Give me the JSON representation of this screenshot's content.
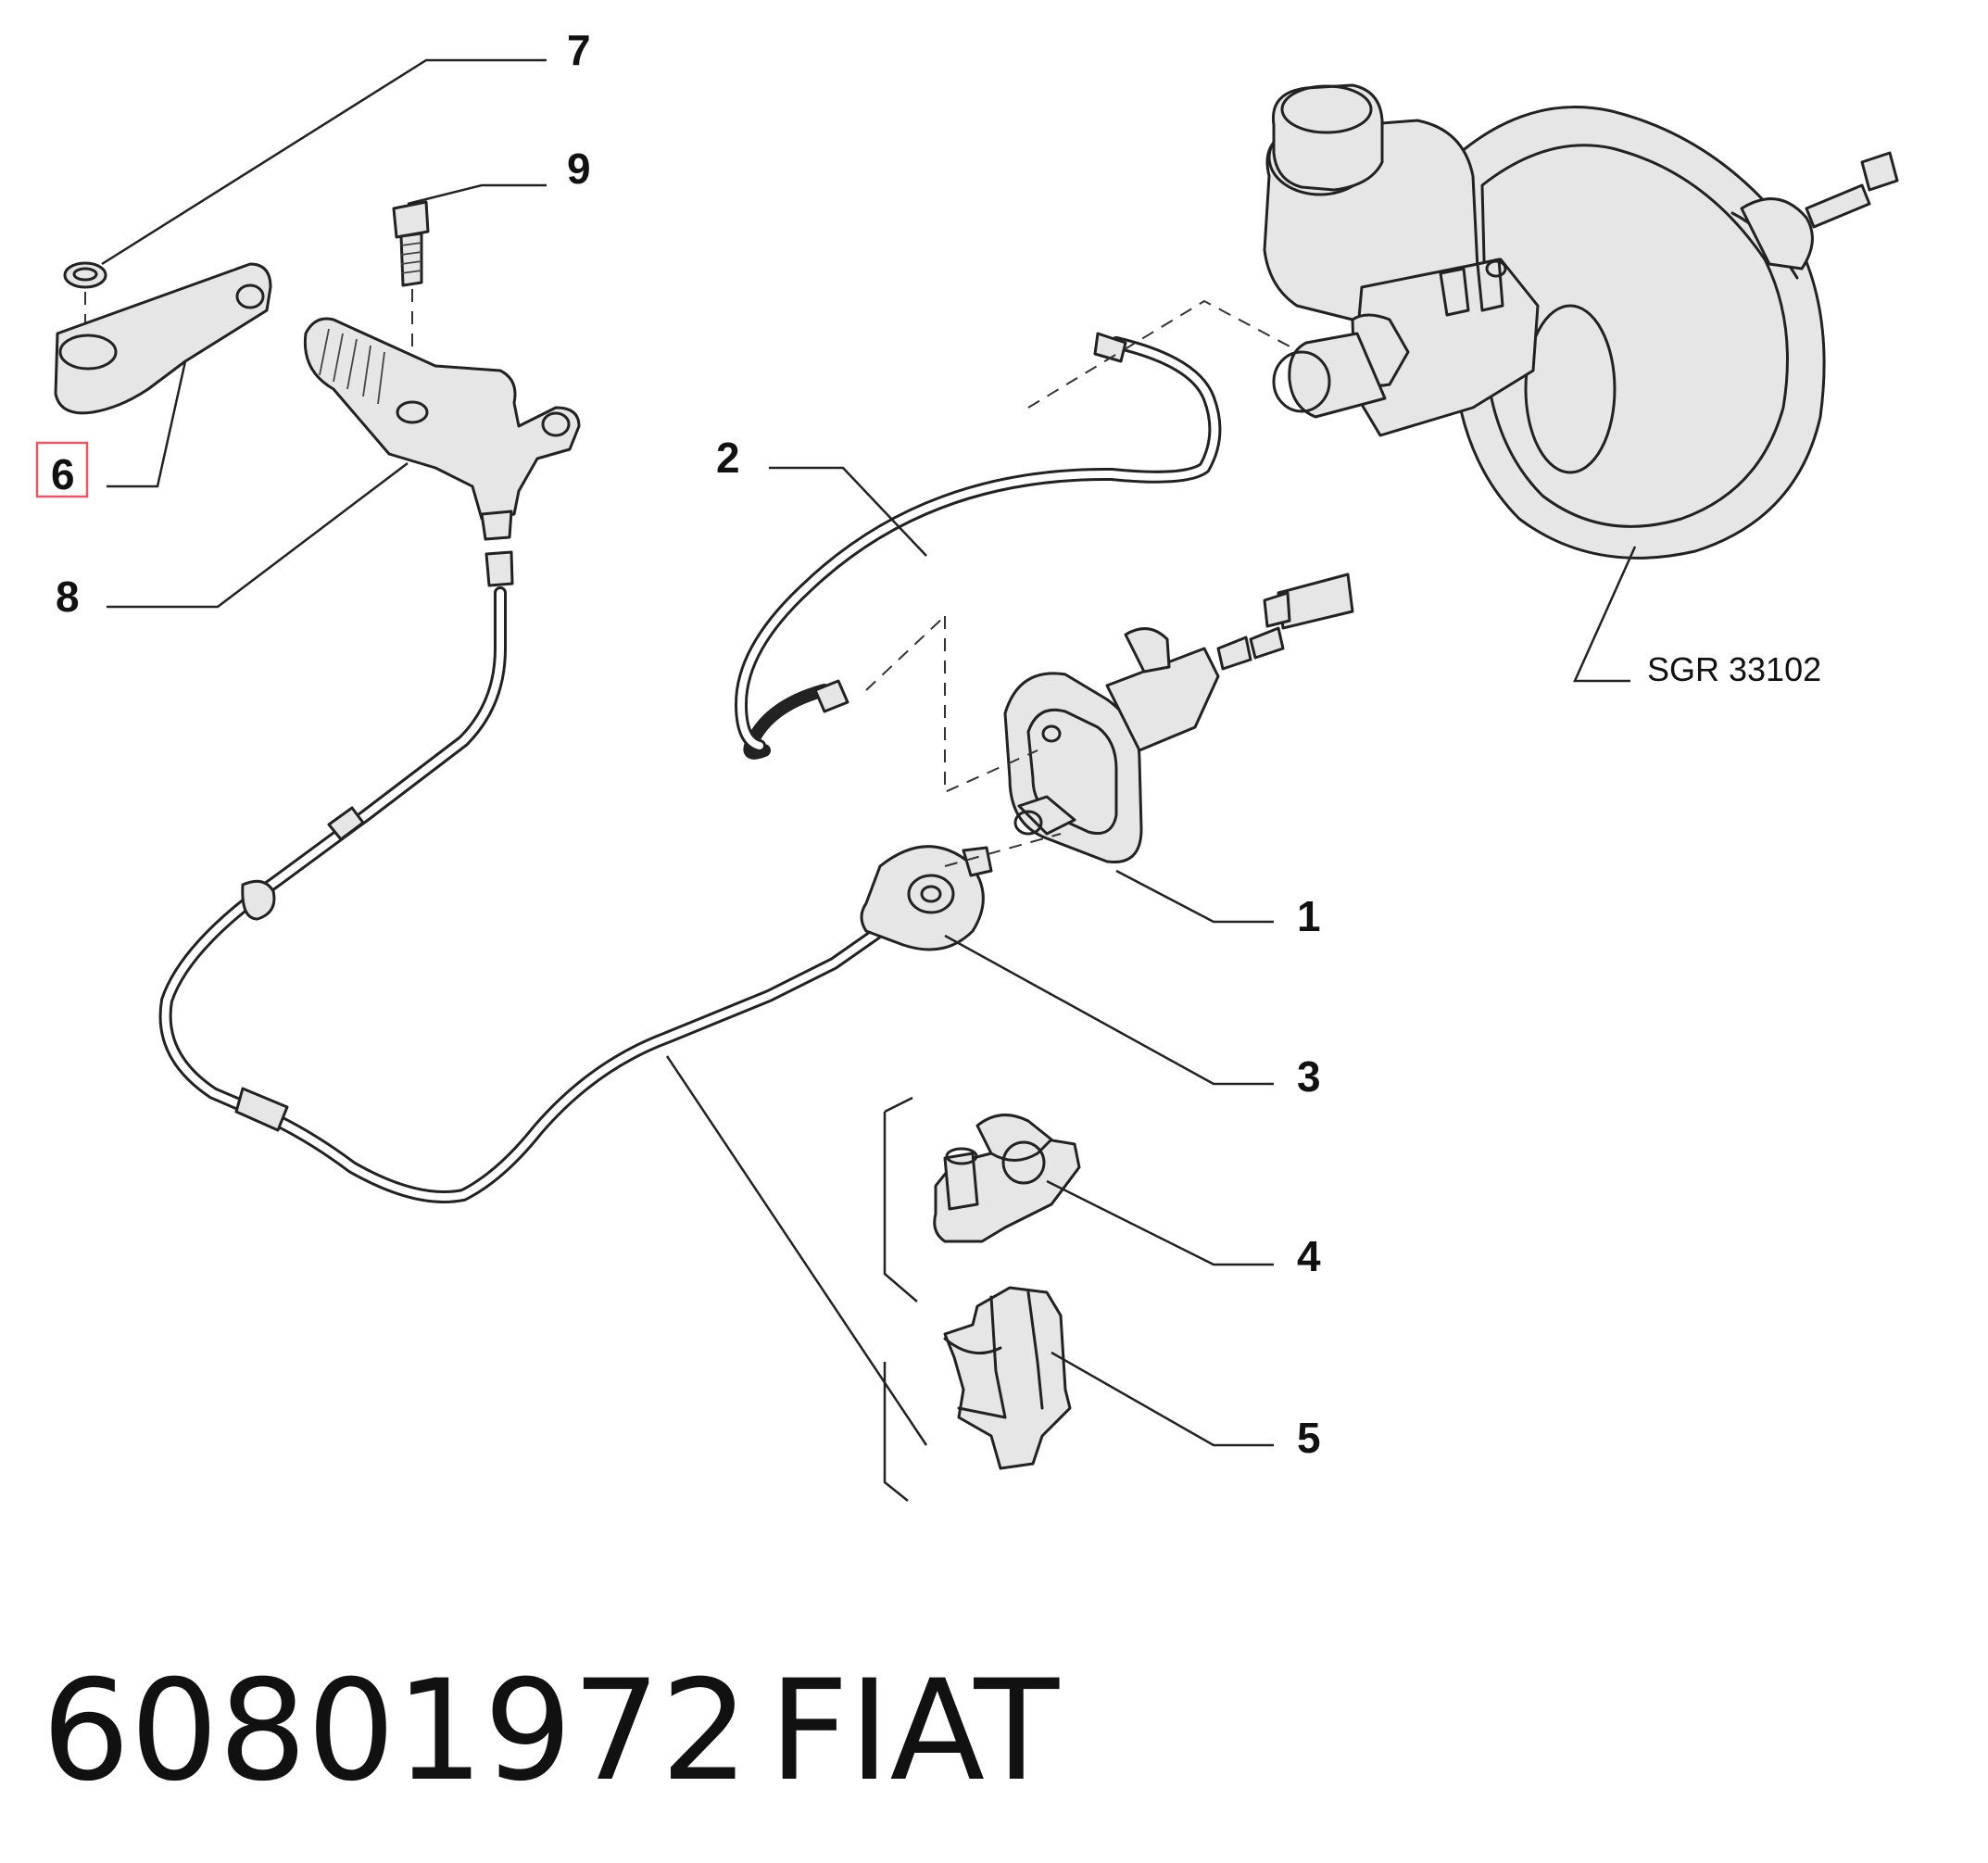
{
  "diagram": {
    "callouts": [
      {
        "id": "1",
        "label": "1"
      },
      {
        "id": "2",
        "label": "2"
      },
      {
        "id": "3",
        "label": "3"
      },
      {
        "id": "4",
        "label": "4"
      },
      {
        "id": "5",
        "label": "5"
      },
      {
        "id": "6",
        "label": "6",
        "highlighted": true
      },
      {
        "id": "7",
        "label": "7"
      },
      {
        "id": "8",
        "label": "8"
      },
      {
        "id": "9",
        "label": "9"
      }
    ],
    "reference_code": "SGR 33102",
    "highlight_color": "#e05a6a"
  },
  "footer": {
    "part_number": "60801972",
    "brand": "FIAT"
  }
}
